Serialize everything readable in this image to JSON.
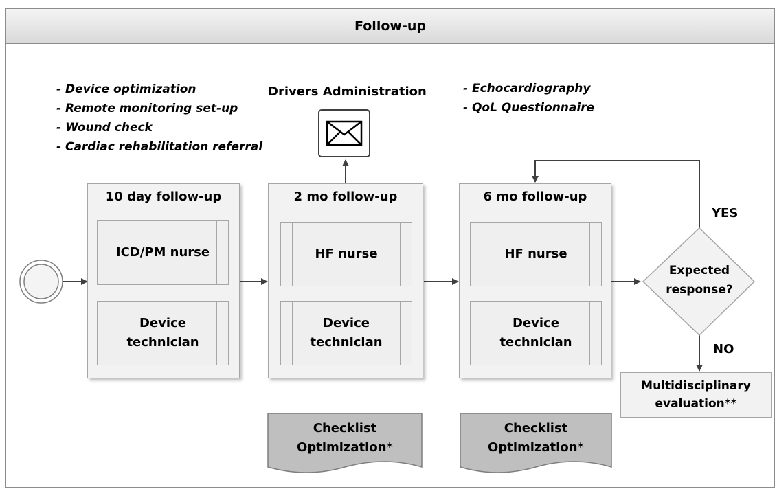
{
  "header": {
    "title": "Follow-up"
  },
  "notes_left": [
    "- Device optimization",
    "- Remote monitoring set-up",
    "- Wound check",
    "- Cardiac rehabilitation referral"
  ],
  "notes_right": [
    "- Echocardiography",
    "- QoL Questionnaire"
  ],
  "drivers": {
    "label": "Drivers Administration",
    "icon": "envelope-icon"
  },
  "stages": [
    {
      "title": "10 day follow-up",
      "tasks": [
        {
          "lines": [
            "ICD/PM nurse"
          ]
        },
        {
          "lines": [
            "Device",
            "technician"
          ]
        }
      ]
    },
    {
      "title": "2 mo follow-up",
      "tasks": [
        {
          "lines": [
            "HF nurse"
          ]
        },
        {
          "lines": [
            "Device",
            "technician"
          ]
        }
      ]
    },
    {
      "title": "6 mo follow-up",
      "tasks": [
        {
          "lines": [
            "HF nurse"
          ]
        },
        {
          "lines": [
            "Device",
            "technician"
          ]
        }
      ]
    }
  ],
  "checklists": [
    {
      "lines": [
        "Checklist",
        "Optimization*"
      ]
    },
    {
      "lines": [
        "Checklist",
        "Optimization*"
      ]
    }
  ],
  "decision": {
    "lines": [
      "Expected",
      "response?"
    ],
    "yes_label": "YES",
    "no_label": "NO"
  },
  "evaluation": {
    "lines": [
      "Multidisciplinary",
      "evaluation**"
    ]
  },
  "colors": {
    "stage_fill": "#f2f2f2",
    "document_fill": "#bfbfbf",
    "border": "#a6a6a6",
    "arrow": "#404040"
  }
}
